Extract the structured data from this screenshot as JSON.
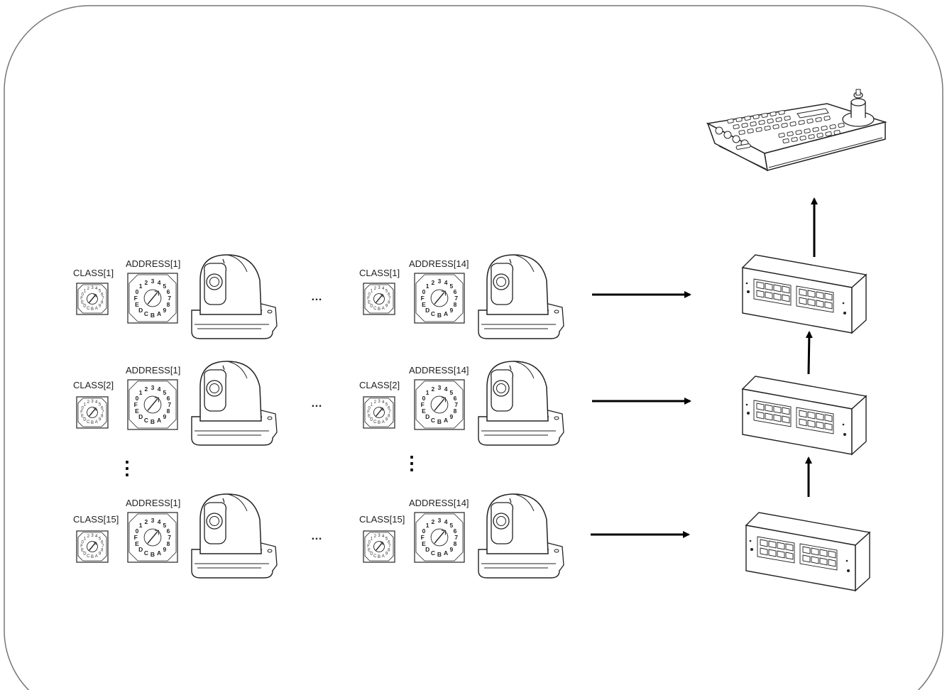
{
  "rows": [
    {
      "class_left": "CLASS[1]",
      "address_left": "ADDRESS[1]",
      "class_right": "CLASS[1]",
      "address_right": "ADDRESS[14]",
      "ellipsis": "…"
    },
    {
      "class_left": "CLASS[2]",
      "address_left": "ADDRESS[1]",
      "class_right": "CLASS[2]",
      "address_right": "ADDRESS[14]",
      "ellipsis": "…"
    },
    {
      "class_left": "CLASS[15]",
      "address_left": "ADDRESS[1]",
      "class_right": "CLASS[15]",
      "address_right": "ADDRESS[14]",
      "ellipsis": "…"
    }
  ],
  "vertical_ellipsis": "⋮",
  "dial_digits": [
    "0",
    "1",
    "2",
    "3",
    "4",
    "5",
    "6",
    "7",
    "8",
    "9",
    "A",
    "B",
    "C",
    "D",
    "E",
    "F"
  ],
  "icons": [
    "ptz-camera-icon",
    "rotary-dip-switch-icon",
    "network-switch-icon",
    "ptz-controller-keyboard-icon",
    "arrow-icon"
  ]
}
